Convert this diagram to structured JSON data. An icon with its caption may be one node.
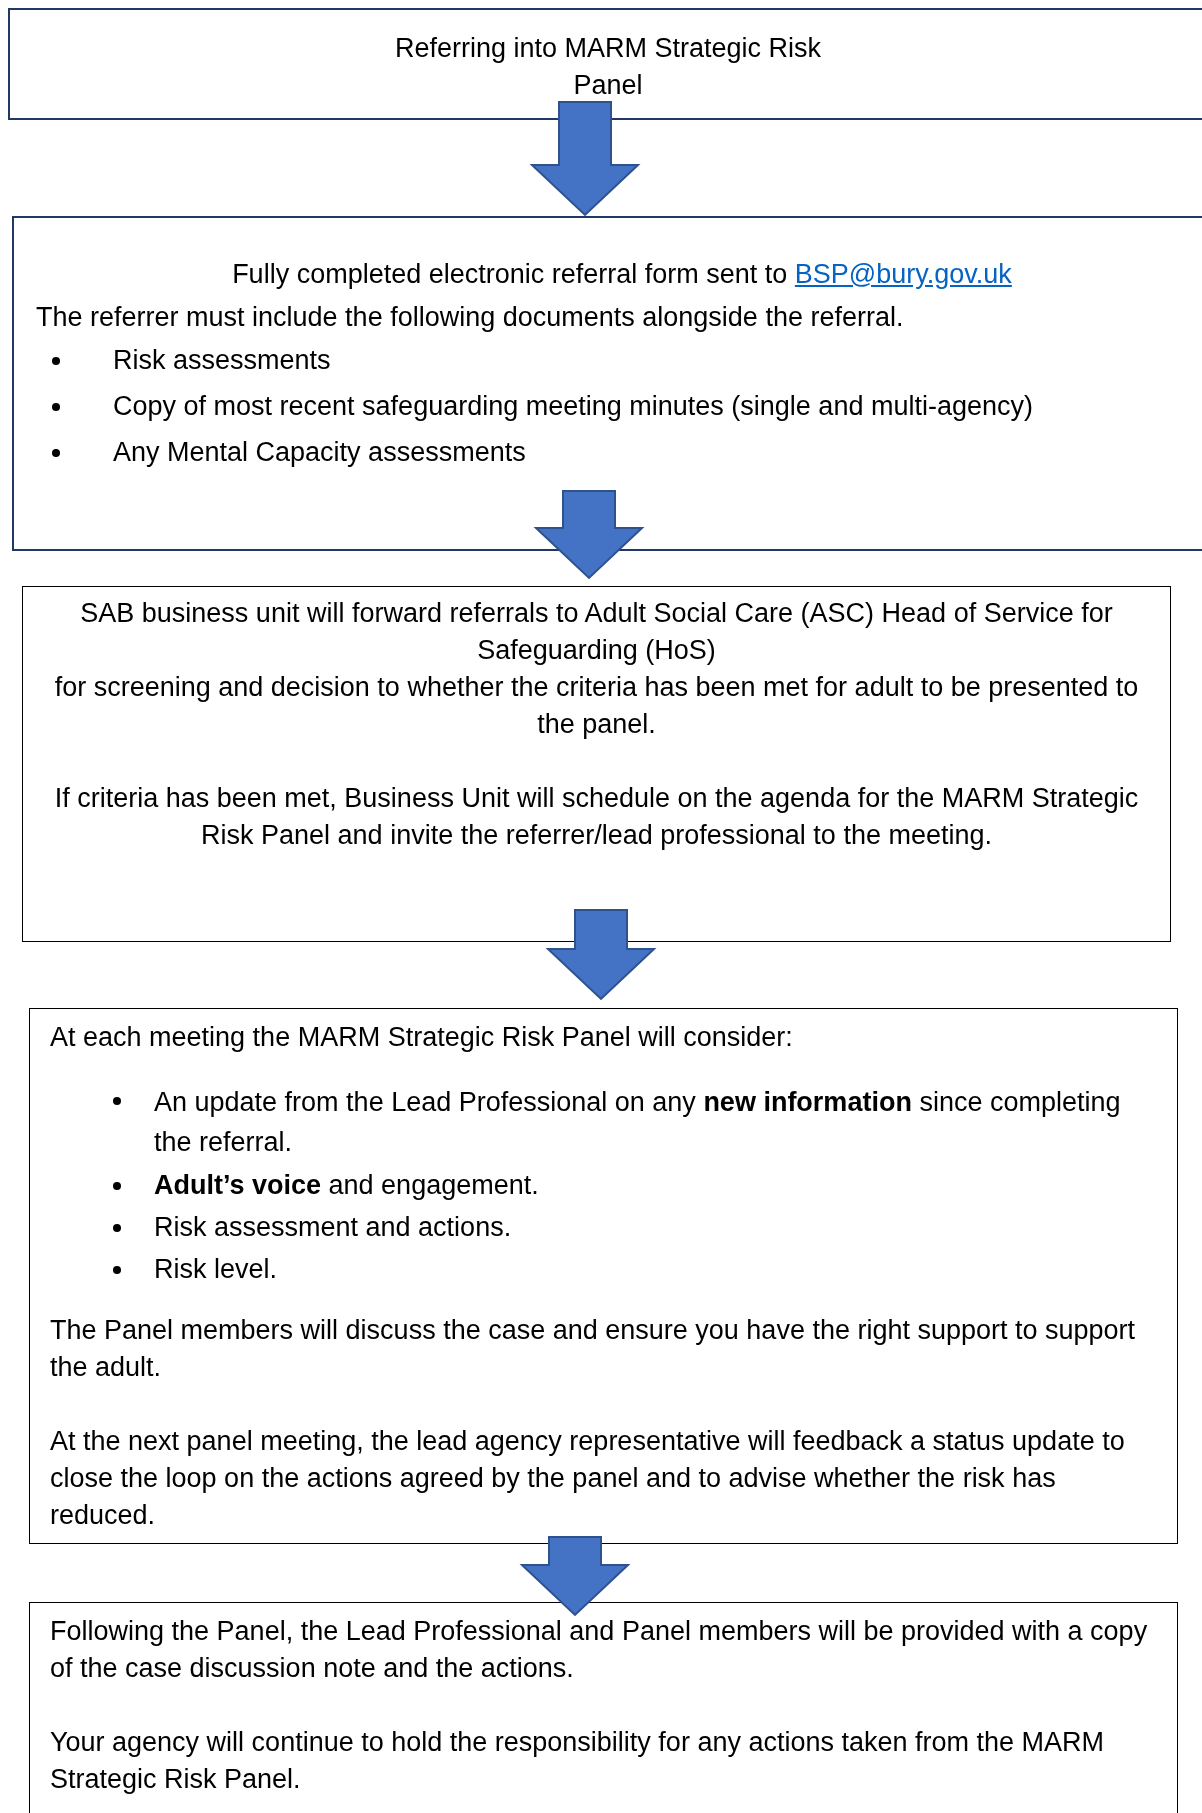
{
  "diagram": {
    "nodes": [
      {
        "text": [
          "Referring into MARM Strategic Risk Panel"
        ]
      },
      {
        "text": [
          "Fully completed electronic referral form sent to BSP@bury.gov.uk",
          "The referrer must include the following documents alongside the referral.",
          "Risk assessments",
          "Copy of most recent safeguarding meeting minutes (single and multi-agency)",
          "Any Mental Capacity assessments"
        ]
      },
      {
        "text": [
          "SAB business unit will forward referrals to Adult Social Care (ASC) Head of Service for Safeguarding (HoS)",
          "for screening and decision to whether the criteria has been met for adult to be presented to the panel.",
          "If criteria has been met, Business Unit will schedule on the agenda for the MARM Strategic Risk Panel and invite the referrer/lead professional to the meeting."
        ]
      },
      {
        "text": [
          "At each meeting the MARM Strategic Risk Panel will consider:",
          "An update from the Lead Professional on any **new information** since completing the referral.",
          "**Adult’s voice** and engagement.",
          "Risk assessment and actions.",
          "Risk level.",
          "The Panel members will discuss the case and ensure you have the right support to support the adult.",
          "At the next panel meeting, the lead agency representative will feedback a status update to close the loop on the actions agreed by the panel and to advise whether the risk has reduced."
        ]
      },
      {
        "text": [
          "Following the Panel, the Lead Professional and Panel members will be provided with a copy of the case discussion note and the actions.",
          "Your agency will continue to hold the responsibility for any actions taken from the MARM Strategic Risk Panel."
        ]
      }
    ],
    "edges": [
      {
        "from": 0,
        "to": 1,
        "arrow": "to"
      },
      {
        "from": 1,
        "to": 2,
        "arrow": "to"
      },
      {
        "from": 2,
        "to": 3,
        "arrow": "to"
      },
      {
        "from": 3,
        "to": 4,
        "arrow": "to"
      }
    ]
  }
}
